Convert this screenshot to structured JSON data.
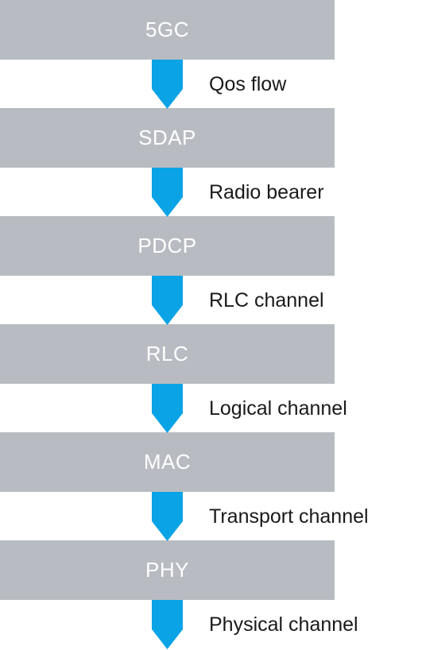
{
  "colors": {
    "layer_fill": "#b8bcc2",
    "layer_text": "#ffffff",
    "arrow_fill": "#0aa3e6",
    "label_text": "#1a1a1a"
  },
  "layers": [
    {
      "label": "5GC"
    },
    {
      "label": "SDAP"
    },
    {
      "label": "PDCP"
    },
    {
      "label": "RLC"
    },
    {
      "label": "MAC"
    },
    {
      "label": "PHY"
    }
  ],
  "flows": [
    {
      "label": "Qos flow"
    },
    {
      "label": "Radio bearer"
    },
    {
      "label": "RLC channel"
    },
    {
      "label": "Logical channel"
    },
    {
      "label": "Transport channel"
    },
    {
      "label": "Physical channel"
    }
  ]
}
